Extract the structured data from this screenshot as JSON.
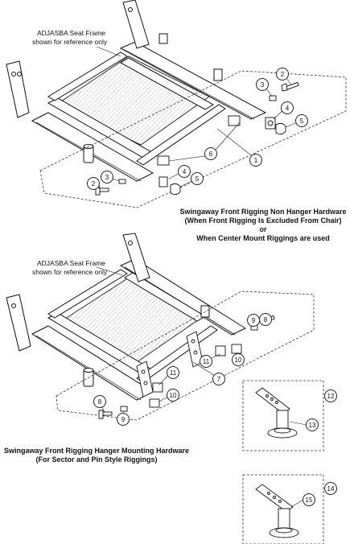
{
  "reference_label_line1": "ADJASBA Seat Frame",
  "reference_label_line2": "shown for reference only",
  "section1_caption": {
    "line1": "Swingaway Front Rigging Non Hanger Hardware",
    "line2": "(When Front Rigging Is Excluded From Chair)",
    "line3": "or",
    "line4": "When Center Mount Riggings are used"
  },
  "section2_caption": {
    "line1": "Swingaway Front Rigging Hanger Mounting Hardware",
    "line2": "(For Sector and Pin Style Riggings)"
  },
  "callouts_top": [
    "1",
    "2",
    "3",
    "4",
    "5",
    "6",
    "2",
    "3",
    "4",
    "5"
  ],
  "callouts_bottom": [
    "7",
    "8",
    "9",
    "10",
    "11",
    "8",
    "9",
    "10",
    "11"
  ],
  "callouts_kits": [
    "12",
    "13",
    "14",
    "15"
  ]
}
